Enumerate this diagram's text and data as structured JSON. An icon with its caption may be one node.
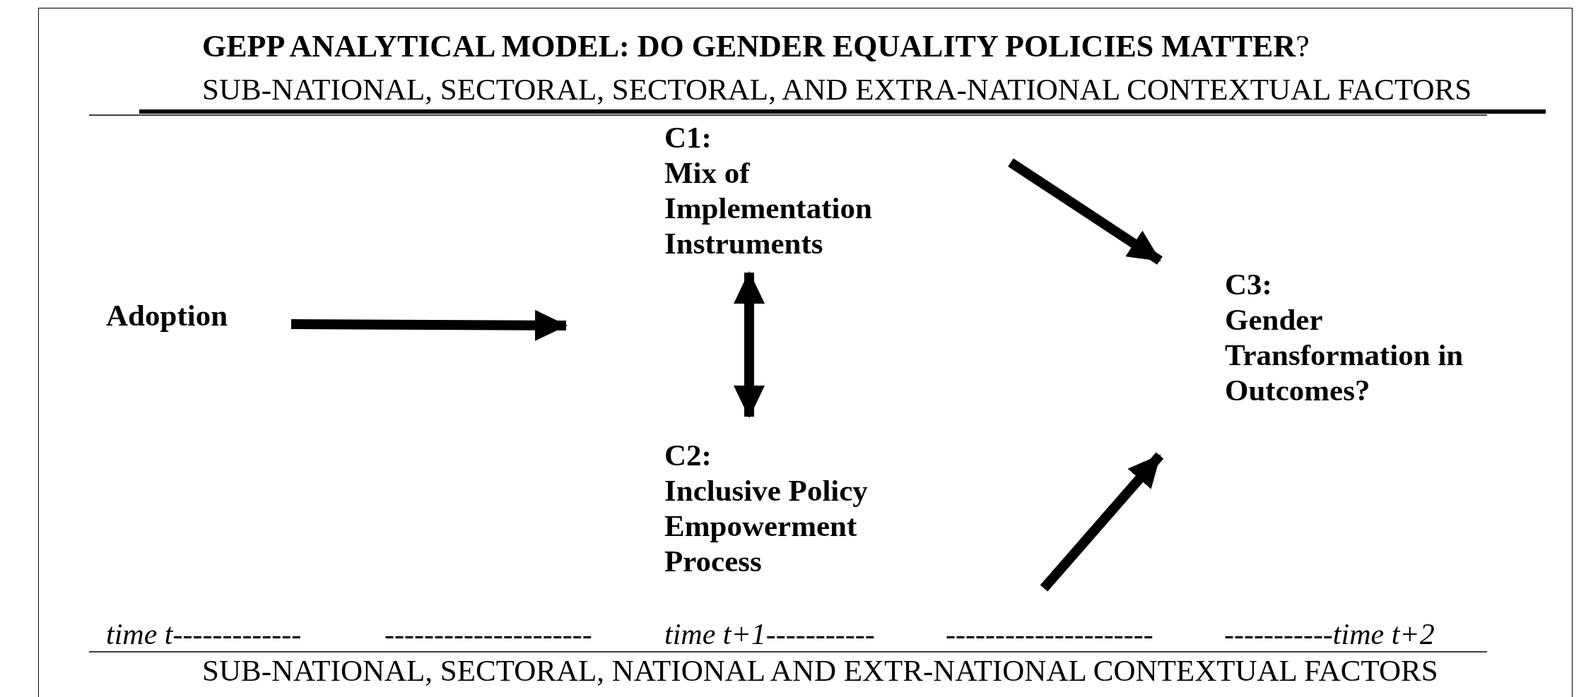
{
  "diagram": {
    "title": "**GEPP ANALYTICAL MODEL: DO GENDER EQUALITY POLICIES MATTER**?",
    "nodes": [
      {
        "text": [
          "Adoption"
        ]
      },
      {
        "text": [
          "C1:",
          "Mix of Implementation Instruments"
        ]
      },
      {
        "text": [
          "C2:",
          "Inclusive Policy Empowerment Process"
        ]
      },
      {
        "text": [
          "C3:",
          "Gender Transformation in Outcomes?"
        ]
      }
    ],
    "edges": [
      {
        "from": 0,
        "to": null,
        "arrow": "to"
      },
      {
        "from": 1,
        "to": 2,
        "arrow": "both"
      },
      {
        "from": null,
        "to": 3,
        "arrow": "to"
      },
      {
        "from": null,
        "to": 3,
        "arrow": "to"
      }
    ],
    "labels": [
      "SUB-NATIONAL, SECTORAL, SECTORAL, AND EXTRA-NATIONAL CONTEXTUAL FACTORS",
      "time t-------------",
      "---------------------",
      "time t+1-----------",
      "---------------------",
      "-----------time t+2",
      "SUB-NATIONAL, SECTORAL, NATIONAL AND EXTR-NATIONAL CONTEXTUAL FACTORS"
    ]
  }
}
